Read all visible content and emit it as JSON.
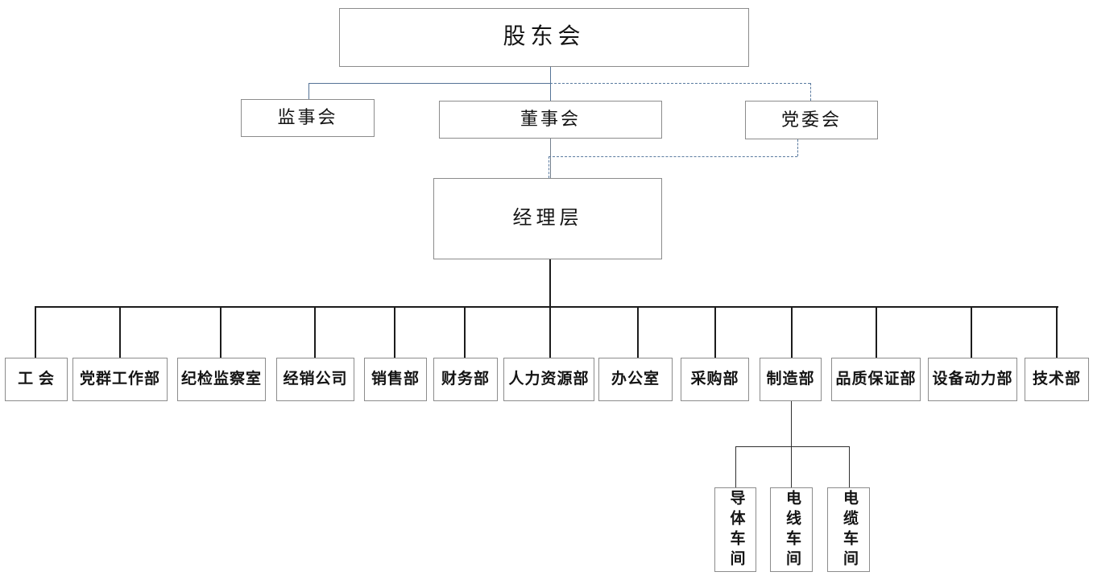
{
  "diagram_type": "org-chart",
  "nodes": {
    "shareholders": "股东会",
    "supervisory": "监事会",
    "board": "董事会",
    "party": "党委会",
    "management": "经理层"
  },
  "departments": [
    "工 会",
    "党群工作部",
    "纪检监察室",
    "经销公司",
    "销售部",
    "财务部",
    "人力资源部",
    "办公室",
    "采购部",
    "制造部",
    "品质保证部",
    "设备动力部",
    "技术部"
  ],
  "workshops": [
    "导体车间",
    "电线车间",
    "电缆车间"
  ],
  "relationships": {
    "party_committee_link": "dashed",
    "supervisory_board_link": "solid",
    "board_of_directors_link": "solid",
    "workshops_parent": "制造部"
  },
  "colors": {
    "box_border": "#8c8c8c",
    "upper_connector": "#557396",
    "lower_connector": "#1c1c1c",
    "text": "#141414",
    "background": "#ffffff"
  }
}
